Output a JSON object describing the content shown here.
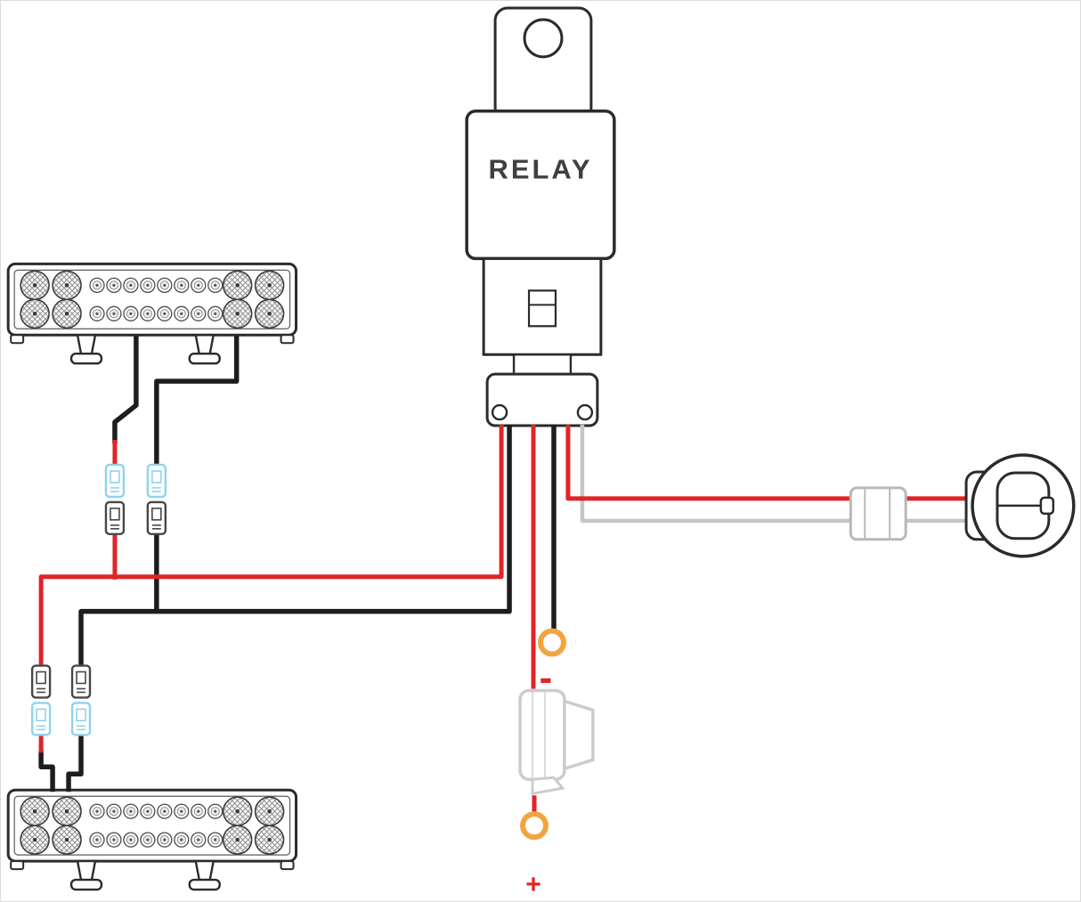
{
  "diagram": {
    "type": "relay-wiring-harness-diagram",
    "labels": {
      "relay": "RELAY",
      "negative_terminal": "-",
      "positive_terminal": "+"
    },
    "components": [
      {
        "id": "relay",
        "label": "RELAY"
      },
      {
        "id": "led-light-bar-top",
        "label": "Dual-row LED light bar"
      },
      {
        "id": "led-light-bar-bottom",
        "label": "Dual-row LED light bar"
      },
      {
        "id": "rocker-switch",
        "label": "Round rocker on/off switch"
      },
      {
        "id": "fuse-holder",
        "label": "Inline blade fuse holder"
      },
      {
        "id": "ring-terminal-negative",
        "label": "-"
      },
      {
        "id": "ring-terminal-positive",
        "label": "+"
      },
      {
        "id": "switch-connector",
        "label": "2-pin inline connector"
      },
      {
        "id": "quick-disconnect-terminals",
        "label": "Quick-disconnect spade terminal pairs"
      }
    ],
    "wires": [
      {
        "id": "battery-positive",
        "color": "red",
        "from": "relay",
        "to": "ring-terminal-positive",
        "via": "fuse-holder"
      },
      {
        "id": "battery-negative",
        "color": "black",
        "from": "relay",
        "to": "ring-terminal-negative"
      },
      {
        "id": "switch-power",
        "color": "red",
        "from": "relay",
        "to": "rocker-switch",
        "via": "switch-connector"
      },
      {
        "id": "switch-signal",
        "color": "gray",
        "from": "relay",
        "to": "rocker-switch",
        "via": "switch-connector"
      },
      {
        "id": "lightbar-positive",
        "color": "red",
        "from": "relay",
        "to": "led-light-bars",
        "via": "quick-disconnect-terminals"
      },
      {
        "id": "lightbar-negative",
        "color": "black",
        "from": "relay",
        "to": "led-light-bars",
        "via": "quick-disconnect-terminals"
      }
    ]
  },
  "colors": {
    "wire_red": "#e02427",
    "wire_black": "#1d1d1d",
    "wire_gray": "#c6c6c6",
    "connector_blue": "#8ed3ee",
    "connector_dark": "#474747",
    "ring_orange": "#f2a440",
    "fuse_gray": "#cccccc",
    "outline_dark": "#2b2b2b",
    "label_dark": "#3f3f3f"
  }
}
